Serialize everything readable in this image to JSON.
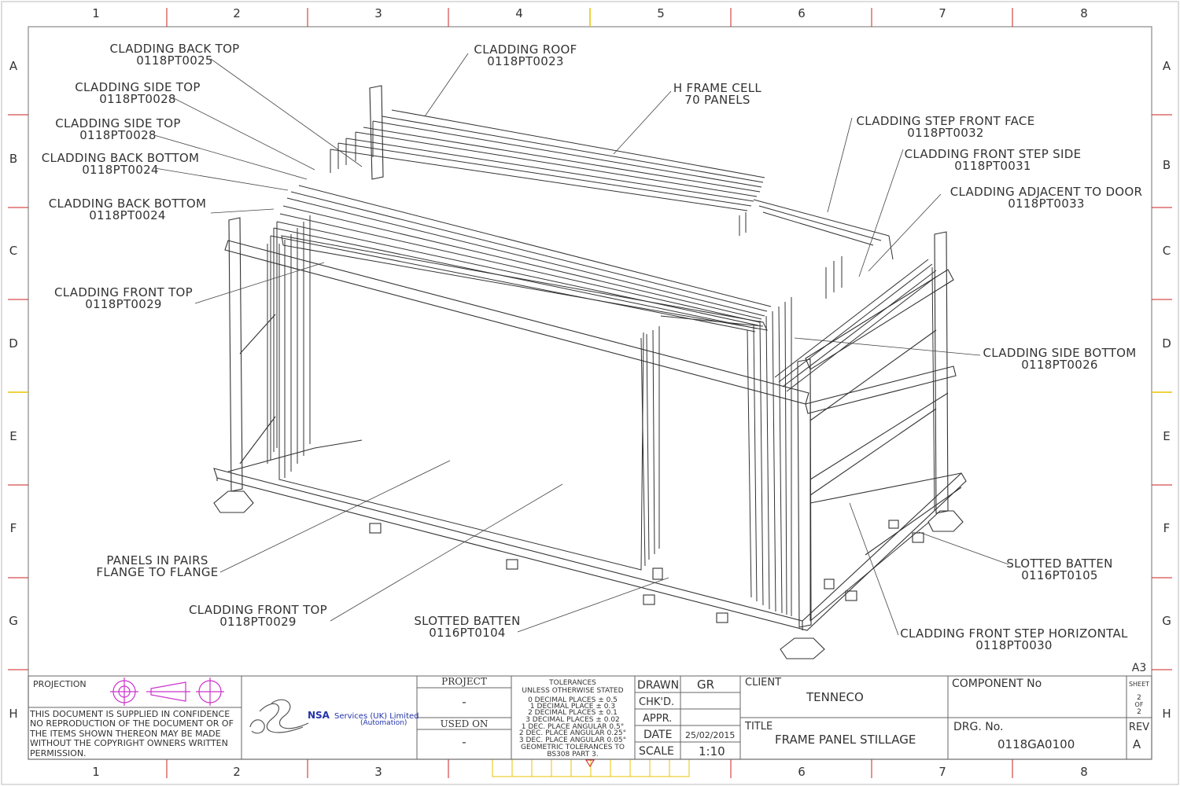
{
  "grid": {
    "columns": [
      "1",
      "2",
      "3",
      "4",
      "5",
      "6",
      "7",
      "8"
    ],
    "rows": [
      "A",
      "B",
      "C",
      "D",
      "E",
      "F",
      "G",
      "H"
    ]
  },
  "sheet_size": "A3",
  "callouts": [
    {
      "id": "back-top",
      "line1": "CLADDING BACK TOP",
      "line2": "0118PT0025"
    },
    {
      "id": "roof",
      "line1": "CLADDING ROOF",
      "line2": "0118PT0023"
    },
    {
      "id": "h-frame",
      "line1": "H FRAME CELL",
      "line2": "70 PANELS"
    },
    {
      "id": "side-top-1",
      "line1": "CLADDING SIDE TOP",
      "line2": "0118PT0028"
    },
    {
      "id": "side-top-2",
      "line1": "CLADDING SIDE TOP",
      "line2": "0118PT0028"
    },
    {
      "id": "back-bottom-1",
      "line1": "CLADDING BACK BOTTOM",
      "line2": "0118PT0024"
    },
    {
      "id": "back-bottom-2",
      "line1": "CLADDING BACK BOTTOM",
      "line2": "0118PT0024"
    },
    {
      "id": "step-front-face",
      "line1": "CLADDING STEP FRONT FACE",
      "line2": "0118PT0032"
    },
    {
      "id": "front-step-side",
      "line1": "CLADDING FRONT STEP SIDE",
      "line2": "0118PT0031"
    },
    {
      "id": "adjacent-door",
      "line1": "CLADDING ADJACENT TO DOOR",
      "line2": "0118PT0033"
    },
    {
      "id": "front-top-1",
      "line1": "CLADDING FRONT TOP",
      "line2": "0118PT0029"
    },
    {
      "id": "side-bottom",
      "line1": "CLADDING SIDE BOTTOM",
      "line2": "0118PT0026"
    },
    {
      "id": "panels-pairs",
      "line1": "PANELS IN PAIRS",
      "line2": "FLANGE TO FLANGE"
    },
    {
      "id": "slotted-batten-1",
      "line1": "SLOTTED BATTEN",
      "line2": "0116PT0105"
    },
    {
      "id": "front-top-2",
      "line1": "CLADDING FRONT TOP",
      "line2": "0118PT0029"
    },
    {
      "id": "slotted-batten-2",
      "line1": "SLOTTED BATTEN",
      "line2": "0116PT0104"
    },
    {
      "id": "front-step-horizontal",
      "line1": "CLADDING FRONT STEP HORIZONTAL",
      "line2": "0118PT0030"
    }
  ],
  "title_block": {
    "projection_label": "PROJECTION",
    "confidence": [
      "THIS DOCUMENT IS SUPPLIED IN CONFIDENCE",
      "NO REPRODUCTION OF THE DOCUMENT OR OF",
      "THE ITEMS SHOWN THEREON MAY BE MADE",
      "WITHOUT THE COPYRIGHT OWNERS WRITTEN",
      "PERMISSION."
    ],
    "company_name": "NSA",
    "company_suffix": "Services (UK) Limited",
    "company_sub": "(Automation)",
    "project_label": "PROJECT",
    "project_value": "-",
    "used_on_label": "USED  ON",
    "used_on_value": "-",
    "tolerances": [
      "TOLERANCES",
      "UNLESS OTHERWISE STATED",
      "0 DECIMAL PLACES ± 0.5",
      "1 DECIMAL PLACE  ± 0.3",
      "2 DECIMAL PLACES ± 0.1",
      "3 DECIMAL PLACES ± 0.02",
      "1 DEC. PLACE ANGULAR 0.5°",
      "2 DEC. PLACE ANGULAR 0.25°",
      "3 DEC. PLACE ANGULAR 0.05°",
      "GEOMETRIC TOLERANCES TO",
      "BS308 PART 3."
    ],
    "drawn_label": "DRAWN",
    "drawn_value": "GR",
    "chkd_label": "CHK'D.",
    "appr_label": "APPR.",
    "date_label": "DATE",
    "date_value": "25/02/2015",
    "scale_label": "SCALE",
    "scale_value": "1:10",
    "client_label": "CLIENT",
    "client_value": "TENNECO",
    "title_label": "TITLE",
    "title_value": "FRAME PANEL STILLAGE",
    "component_label": "COMPONENT No",
    "drg_label": "DRG. No.",
    "drg_value": "0118GA0100",
    "sheet_label": "SHEET",
    "sheet_num": "2",
    "sheet_of": "OF",
    "sheet_total": "2",
    "rev_label": "REV",
    "rev_value": "A"
  },
  "colors": {
    "line": "#333333",
    "border": "#999999",
    "tick": "#cc2222",
    "projection": "#cc33cc",
    "logo": "#2233aa"
  }
}
